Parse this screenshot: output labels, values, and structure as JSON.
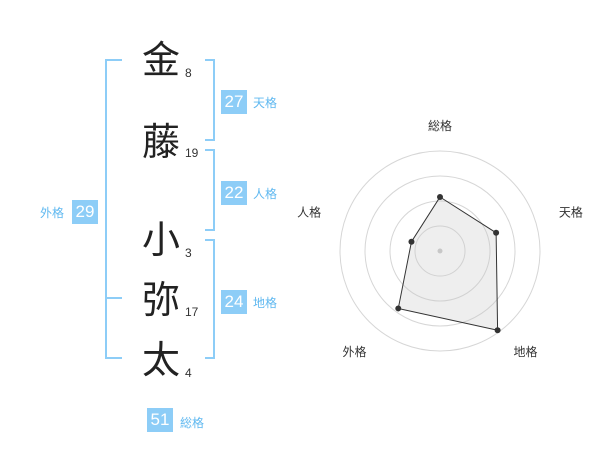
{
  "name_chars": [
    {
      "char": "金",
      "strokes": "8"
    },
    {
      "char": "藤",
      "strokes": "19"
    },
    {
      "char": "小",
      "strokes": "3"
    },
    {
      "char": "弥",
      "strokes": "17"
    },
    {
      "char": "太",
      "strokes": "4"
    }
  ],
  "kakusu": {
    "tenkaku": {
      "value": "27",
      "label": "天格"
    },
    "jinkaku": {
      "value": "22",
      "label": "人格"
    },
    "chikaku": {
      "value": "24",
      "label": "地格"
    },
    "gaikaku": {
      "value": "29",
      "label": "外格"
    },
    "soukaku": {
      "value": "51",
      "label": "総格"
    }
  },
  "colors": {
    "accent": "#8dcdf7",
    "bracket": "#8dcdf7",
    "label": "#5fb8f0"
  },
  "chart_data": {
    "type": "radar",
    "axes": [
      "総格",
      "天格",
      "地格",
      "外格",
      "人格"
    ],
    "values": [
      0.54,
      0.59,
      0.98,
      0.71,
      0.3
    ],
    "rings": 4,
    "grid": true
  }
}
